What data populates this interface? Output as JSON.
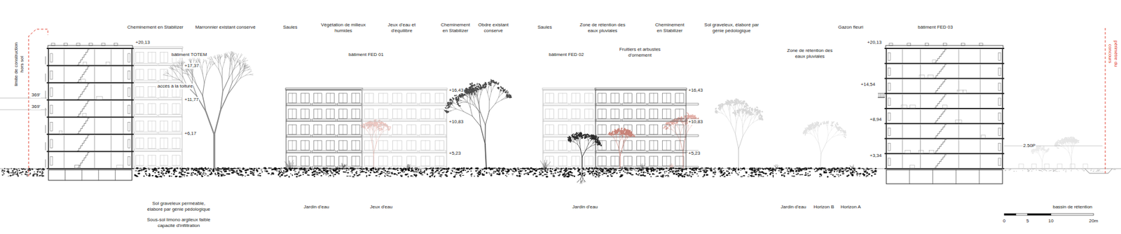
{
  "diagram": {
    "nodes": [
      {
        "text": [
          "bâtiment TOTEM",
          "accès à la toiture"
        ]
      },
      {
        "text": [
          "bâtiment FED 01"
        ]
      },
      {
        "text": [
          "bâtiment FED 02"
        ]
      },
      {
        "text": [
          "bâtiment FED 03"
        ]
      }
    ],
    "labels": [
      "Cheminement en Stabilizer",
      "Marronnier existant conservé",
      "Saules",
      "Végétation de milieux humides",
      "Jeux d'eau et d'équilibre",
      "Cheminement en Stabilizer",
      "Obdre existant conservé",
      "Saules",
      "Zone de rétention des eaux pluviales",
      "Cheminement en Stabilizer",
      "Sol graveleux, élaboré par génie pédologique",
      "Gazon fleuri",
      "Fruitiers et arbustes d'ornement",
      "Zone de rétention des eaux pluviales",
      "limite de construction hors sol",
      "périmètre du concours",
      "369'",
      "369'",
      "2.50P",
      "+20,13",
      "+17,37",
      "+11,77",
      "+6,17",
      "+16,43",
      "+10,83",
      "+5,23",
      "+16,43",
      "+10,83",
      "+5,23",
      "+20,13",
      "+14,54",
      "+8,94",
      "+3,34",
      "Sol graveleux perméable, élaboré par génie pédologique",
      "Sous-sol limono argileux faible capacité d'infiltration",
      "Jardin d'eau",
      "Jeux d'eau",
      "Jardin d'eau",
      "Jardin d'eau",
      "Horizon B",
      "Horizon A",
      "bassin de rétention",
      "0",
      "5",
      "10",
      "20m"
    ]
  }
}
